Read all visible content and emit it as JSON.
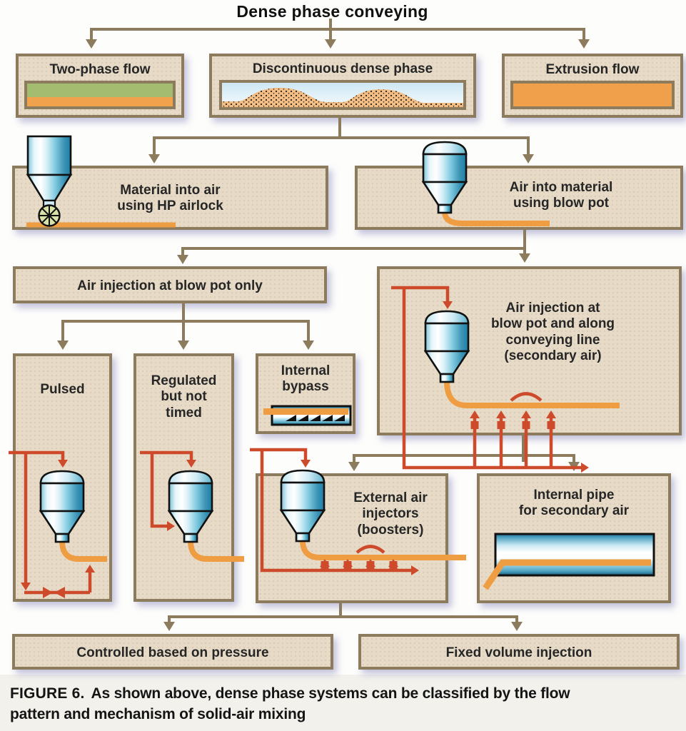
{
  "figure": {
    "title": "Dense phase conveying",
    "caption_tag": "FIGURE 6.",
    "caption_line1": "As shown above, dense phase systems can be classified by the flow",
    "caption_line2": "pattern and mechanism of solid-air mixing"
  },
  "nodes": {
    "two_phase_flow": "Two-phase flow",
    "discontinuous_dense_phase": "Discontinuous dense phase",
    "extrusion_flow": "Extrusion flow",
    "material_into_air": "Material into air\nusing HP airlock",
    "air_into_material": "Air into material\nusing blow pot",
    "air_injection_blow_pot_only": "Air injection at blow pot only",
    "air_injection_blow_pot_and_line": "Air injection at\nblow pot and along\nconveying line\n(secondary air)",
    "pulsed": "Pulsed",
    "regulated_not_timed": "Regulated\nbut not\ntimed",
    "internal_bypass": "Internal\nbypass",
    "external_air_injectors": "External air\ninjectors\n(boosters)",
    "internal_pipe_secondary_air": "Internal pipe\nfor secondary air",
    "controlled_based_on_pressure": "Controlled based on pressure",
    "fixed_volume_injection": "Fixed volume injection"
  },
  "colors": {
    "box_fill": "#e7dbc8",
    "box_border": "#8d7b5e",
    "connector_brown": "#8d7b5e",
    "air_line_red": "#cd4a2b",
    "pipe_orange": "#ef9d42",
    "stripe_green": "#a3bc70",
    "stripe_orange": "#f0a34c",
    "vessel_blue": "#1d7fa6",
    "dune_sand": "#f3bd83"
  }
}
